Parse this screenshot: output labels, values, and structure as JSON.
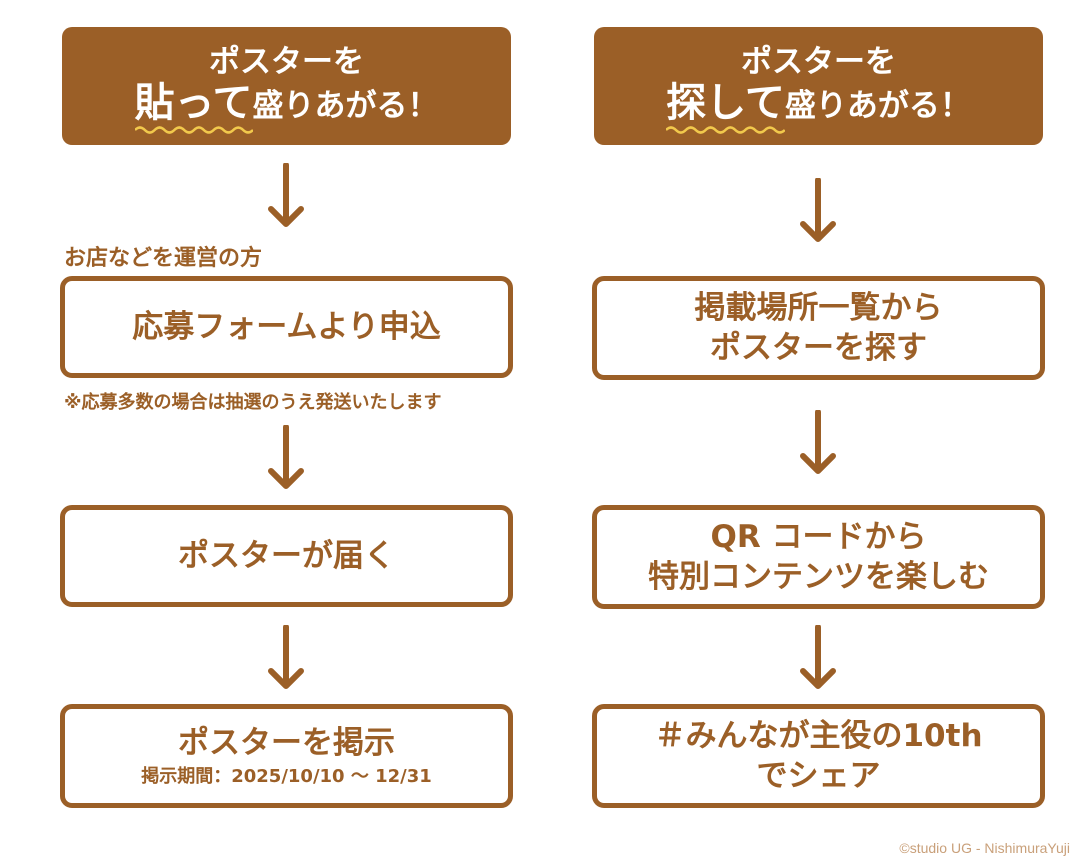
{
  "left": {
    "header": {
      "line1": "ポスターを",
      "big": "貼って",
      "rest": "盛りあがる！"
    },
    "label_above": "お店などを運営の方",
    "step1": "応募フォームより申込",
    "note": "※応募多数の場合は抽選のうえ発送いたします",
    "step2": "ポスターが届く",
    "step3": "ポスターを掲示",
    "step3_sub": "掲示期間：2025/10/10 〜 12/31"
  },
  "right": {
    "header": {
      "line1": "ポスターを",
      "big": "探して",
      "rest": "盛りあがる！"
    },
    "step1_line1": "掲載場所一覧から",
    "step1_line2": "ポスターを探す",
    "step2_line1": "QR コードから",
    "step2_line2": "特別コンテンツを楽しむ",
    "step3_line1": "＃みんなが主役の10th",
    "step3_line2": "でシェア"
  },
  "credit": "©studio UG - NishimuraYuji",
  "colors": {
    "brown": "#9b5f27",
    "accent_underline": "#f2c94c",
    "credit": "#c9a07a"
  }
}
